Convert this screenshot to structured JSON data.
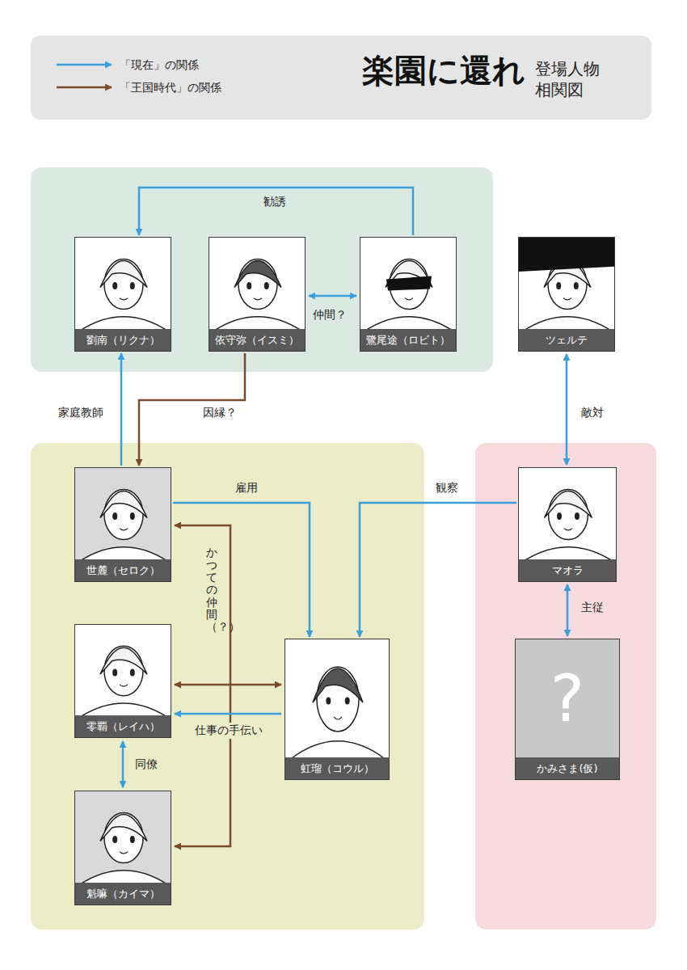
{
  "diagram": {
    "title": "楽園に還れ",
    "caption": "登場人物 相関図",
    "nodes": [
      {
        "text": []
      },
      {
        "text": [
          "劉南（リクナ）"
        ],
        "in": 0
      },
      {
        "text": [
          "依守弥（イスミ）"
        ],
        "in": 0
      },
      {
        "text": [
          "鷺尾途（ロビト）"
        ],
        "in": 0
      },
      {
        "text": [
          "ツェルテ"
        ]
      },
      {
        "text": []
      },
      {
        "text": [
          "世麓（セロク）"
        ],
        "in": 5
      },
      {
        "text": [
          "零覇（レイハ）"
        ],
        "in": 5
      },
      {
        "text": [
          "魁嘛（カイマ）"
        ],
        "in": 5
      },
      {
        "text": [
          "虹瑠（コウル）"
        ],
        "in": 5
      },
      {
        "text": []
      },
      {
        "text": [
          "マオラ"
        ],
        "in": 10
      },
      {
        "text": [
          "?",
          "かみさま(仮)"
        ],
        "in": 10
      }
    ],
    "edges": [
      {
        "from": 3,
        "to": 1,
        "label": "勧誘",
        "arrow": "to"
      },
      {
        "from": 2,
        "to": 3,
        "label": "仲間？",
        "arrow": "both"
      },
      {
        "from": 6,
        "to": 1,
        "label": "家庭教師",
        "arrow": "to"
      },
      {
        "from": 2,
        "to": 6,
        "label": "因縁？",
        "arrow": "to"
      },
      {
        "from": 4,
        "to": 11,
        "label": "敵対",
        "arrow": "both"
      },
      {
        "from": 6,
        "to": 9,
        "label": "雇用",
        "arrow": "to"
      },
      {
        "from": 11,
        "to": 9,
        "label": "観察",
        "arrow": "to"
      },
      {
        "from": 11,
        "to": 12,
        "label": "主従",
        "arrow": "both"
      },
      {
        "from": 6,
        "to": 8,
        "label": "かつての仲間（？）",
        "arrow": "both"
      },
      {
        "from": 7,
        "to": 9,
        "arrow": "both"
      },
      {
        "from": 9,
        "to": 7,
        "label": "仕事の手伝い",
        "arrow": "to"
      },
      {
        "from": 7,
        "to": 8,
        "label": "同僚",
        "arrow": "both"
      }
    ],
    "legend": [
      {
        "text": "「現在」の関係"
      },
      {
        "text": "「王国時代」の関係"
      }
    ]
  }
}
